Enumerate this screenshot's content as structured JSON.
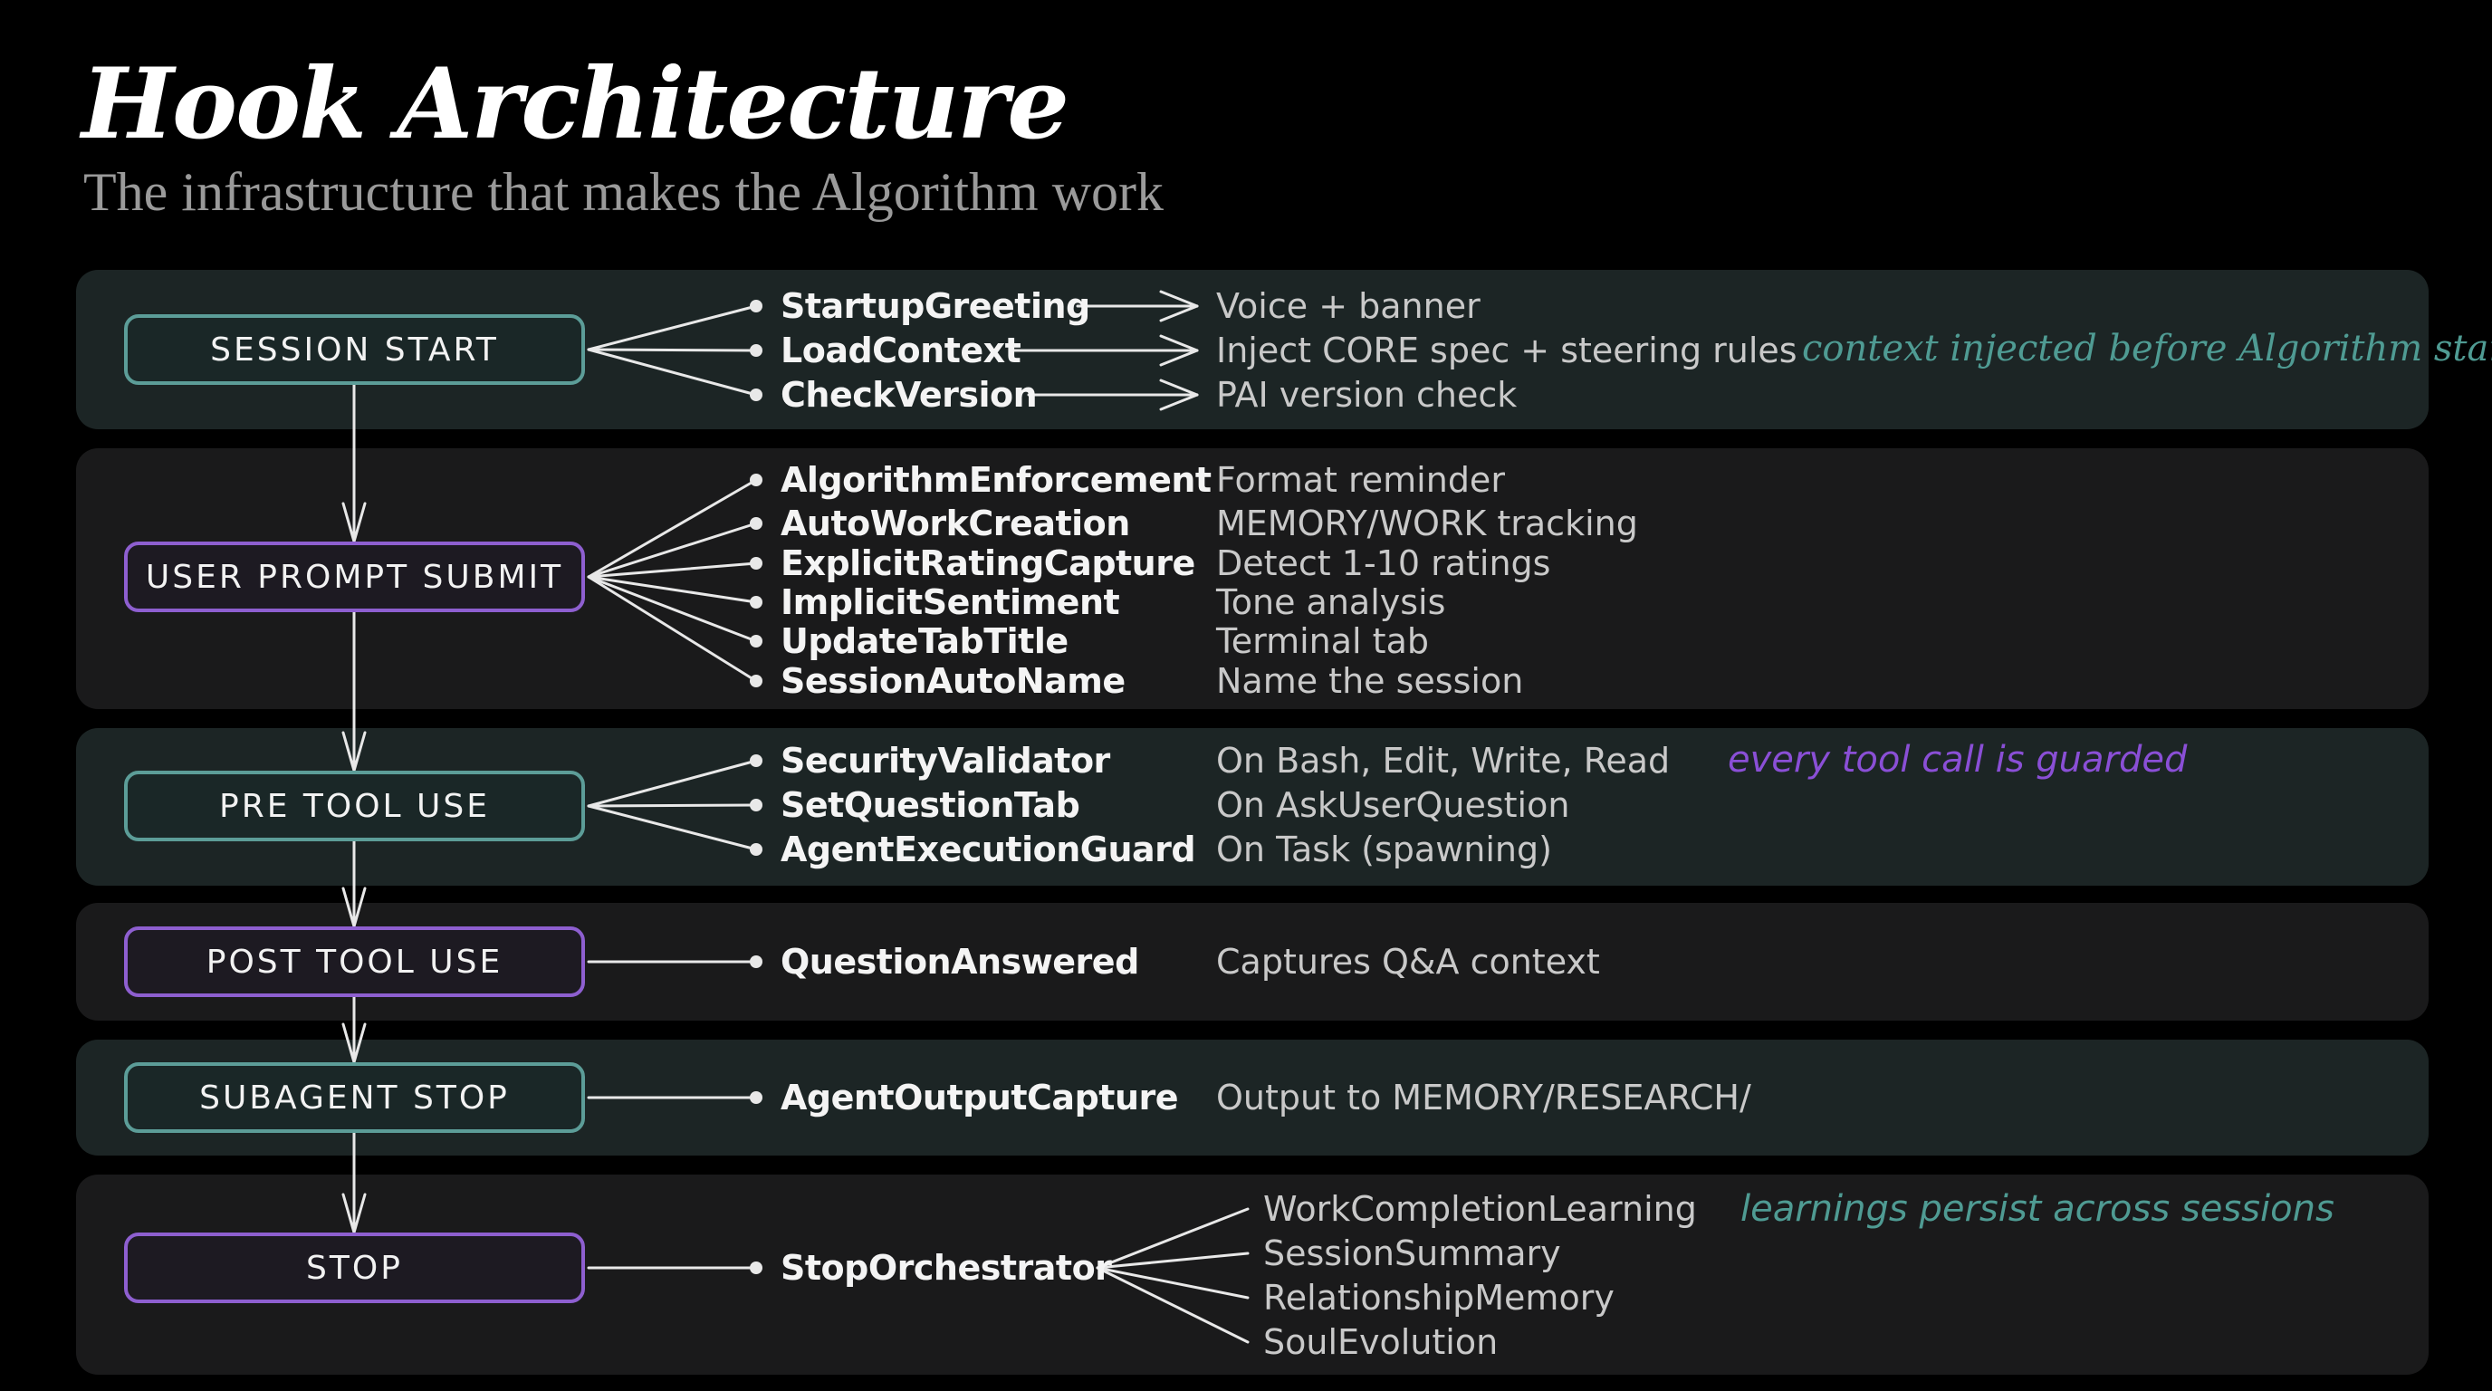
{
  "header": {
    "title": "Hook Architecture",
    "subtitle": "The infrastructure that makes the Algorithm work"
  },
  "colors": {
    "teal_accent": "#5c9d98",
    "purple_accent": "#8e5fd0",
    "teal_note": "#4f9b93",
    "purple_note": "#8a4fd6"
  },
  "stages": [
    {
      "label": "SESSION START",
      "variant": "teal",
      "hooks": [
        {
          "name": "StartupGreeting",
          "desc": "Voice + banner"
        },
        {
          "name": "LoadContext",
          "desc": "Inject CORE spec + steering rules"
        },
        {
          "name": "CheckVersion",
          "desc": "PAI version check"
        }
      ],
      "note": "context injected before Algorithm starts"
    },
    {
      "label": "USER PROMPT SUBMIT",
      "variant": "purple",
      "hooks": [
        {
          "name": "AlgorithmEnforcement",
          "desc": "Format reminder"
        },
        {
          "name": "AutoWorkCreation",
          "desc": "MEMORY/WORK tracking"
        },
        {
          "name": "ExplicitRatingCapture",
          "desc": "Detect 1-10 ratings"
        },
        {
          "name": "ImplicitSentiment",
          "desc": "Tone analysis"
        },
        {
          "name": "UpdateTabTitle",
          "desc": "Terminal tab"
        },
        {
          "name": "SessionAutoName",
          "desc": "Name the session"
        }
      ]
    },
    {
      "label": "PRE TOOL USE",
      "variant": "teal",
      "hooks": [
        {
          "name": "SecurityValidator",
          "desc": "On Bash, Edit, Write, Read"
        },
        {
          "name": "SetQuestionTab",
          "desc": "On AskUserQuestion"
        },
        {
          "name": "AgentExecutionGuard",
          "desc": "On Task (spawning)"
        }
      ],
      "note": "every tool call is guarded"
    },
    {
      "label": "POST TOOL USE",
      "variant": "purple",
      "hooks": [
        {
          "name": "QuestionAnswered",
          "desc": "Captures Q&A context"
        }
      ]
    },
    {
      "label": "SUBAGENT STOP",
      "variant": "teal",
      "hooks": [
        {
          "name": "AgentOutputCapture",
          "desc": "Output to MEMORY/RESEARCH/"
        }
      ]
    },
    {
      "label": "STOP",
      "variant": "purple",
      "hooks": [
        {
          "name": "StopOrchestrator"
        }
      ],
      "sub_hooks": [
        "WorkCompletionLearning",
        "SessionSummary",
        "RelationshipMemory",
        "SoulEvolution"
      ],
      "note": "learnings persist across sessions"
    }
  ]
}
